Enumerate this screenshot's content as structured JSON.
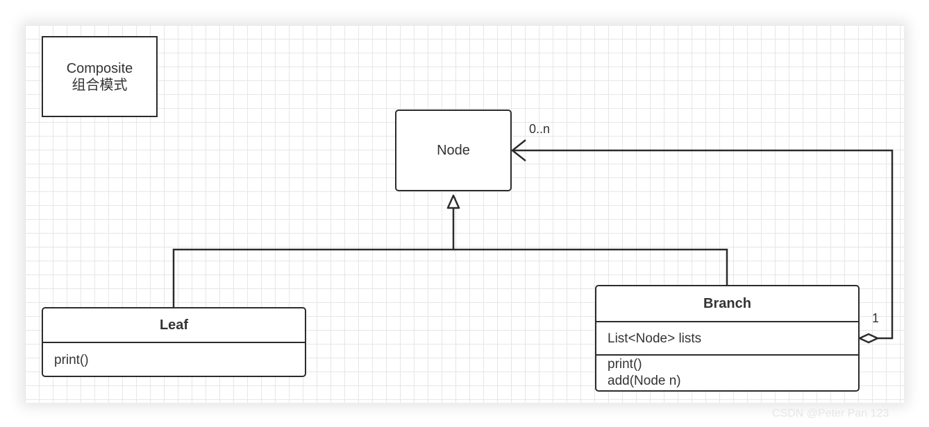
{
  "diagram": {
    "title_box": {
      "line1": "Composite",
      "line2": "组合模式"
    },
    "node": {
      "name": "Node"
    },
    "leaf": {
      "name": "Leaf",
      "methods": [
        "print()"
      ]
    },
    "branch": {
      "name": "Branch",
      "attributes": [
        "List<Node> lists"
      ],
      "methods": [
        "print()",
        "add(Node n)"
      ]
    },
    "aggregation": {
      "target_multiplicity": "0..n",
      "source_multiplicity": "1"
    }
  },
  "watermark": "CSDN @Peter Pan 123",
  "colors": {
    "line": "#2b2b2b",
    "grid": "#e6e6e6",
    "text": "#333333"
  }
}
